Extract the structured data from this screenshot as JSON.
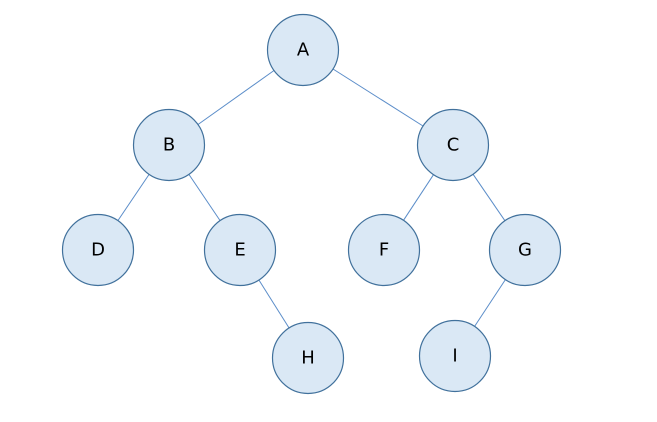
{
  "colors": {
    "node_fill": "#dae8f5",
    "node_stroke": "#41719c",
    "edge": "#5b8dc9",
    "label": "#000000"
  },
  "tree": {
    "nodes": [
      {
        "id": "A",
        "label": "A"
      },
      {
        "id": "B",
        "label": "B"
      },
      {
        "id": "C",
        "label": "C"
      },
      {
        "id": "D",
        "label": "D"
      },
      {
        "id": "E",
        "label": "E"
      },
      {
        "id": "F",
        "label": "F"
      },
      {
        "id": "G",
        "label": "G"
      },
      {
        "id": "H",
        "label": "H"
      },
      {
        "id": "I",
        "label": "I"
      }
    ],
    "edges": [
      {
        "from": "A",
        "to": "B"
      },
      {
        "from": "A",
        "to": "C"
      },
      {
        "from": "B",
        "to": "D"
      },
      {
        "from": "B",
        "to": "E"
      },
      {
        "from": "C",
        "to": "F"
      },
      {
        "from": "C",
        "to": "G"
      },
      {
        "from": "E",
        "to": "H"
      },
      {
        "from": "G",
        "to": "I"
      }
    ]
  }
}
